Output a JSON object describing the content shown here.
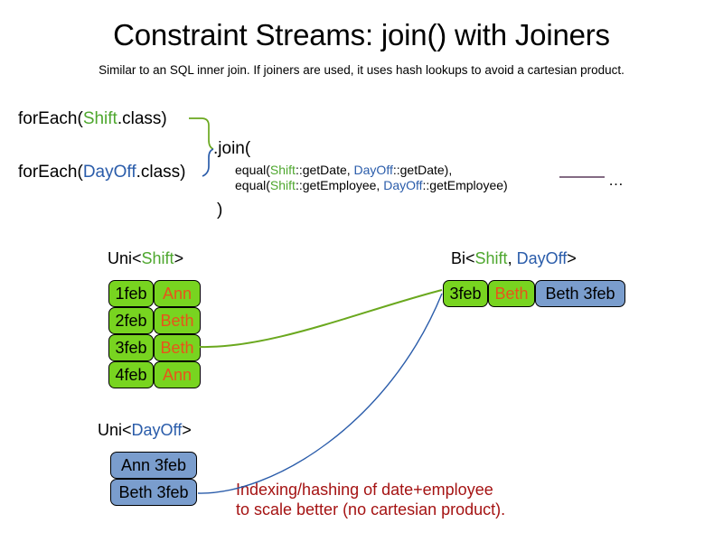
{
  "slide": {
    "title": "Constraint Streams: join() with Joiners",
    "subtitle": "Similar to an SQL inner join. If joiners are used, it uses hash lookups to avoid a cartesian product.",
    "annotation_line1": "Indexing/hashing of date+employee",
    "annotation_line2": "to scale better (no cartesian product).",
    "ellipsis": "…"
  },
  "colors": {
    "shift_green": "#4ea72e",
    "dayoff_blue": "#2a5caa",
    "box_green_fill": "#78d420",
    "box_blue_fill": "#7a9dcd",
    "name_orange": "#e8541b",
    "annotation_red": "#a51313",
    "connector_green": "#6aa81e",
    "connector_blue": "#2a5caa",
    "ellipsis_rule_purple": "#5a3a5a",
    "box_border": "#000000"
  },
  "code": {
    "foreach_shift": {
      "prefix": "forEach(",
      "type": "Shift",
      "suffix": ".class)"
    },
    "foreach_dayoff": {
      "prefix": "forEach(",
      "type": "DayOff",
      "suffix": ".class)"
    },
    "join_open": ".join(",
    "join_close": ")",
    "args": [
      {
        "fn": "equal(",
        "left_type": "Shift",
        "left_ref": "::getDate, ",
        "right_type": "DayOff",
        "right_ref": "::getDate),"
      },
      {
        "fn": "equal(",
        "left_type": "Shift",
        "left_ref": "::getEmployee, ",
        "right_type": "DayOff",
        "right_ref": "::getEmployee)"
      }
    ]
  },
  "streams": {
    "uni_shift": {
      "label_prefix": "Uni<",
      "label_type": "Shift",
      "label_suffix": ">",
      "rows": [
        {
          "date": "1feb",
          "name": "Ann"
        },
        {
          "date": "2feb",
          "name": "Beth"
        },
        {
          "date": "3feb",
          "name": "Beth"
        },
        {
          "date": "4feb",
          "name": "Ann"
        }
      ]
    },
    "uni_dayoff": {
      "label_prefix": "Uni<",
      "label_type": "DayOff",
      "label_suffix": ">",
      "rows": [
        {
          "pair": "Ann 3feb"
        },
        {
          "pair": "Beth 3feb"
        }
      ]
    },
    "bi": {
      "label_prefix": "Bi<",
      "label_type_a": "Shift",
      "label_sep": ", ",
      "label_type_b": "DayOff",
      "label_suffix": ">",
      "row": {
        "date": "3feb",
        "name": "Beth",
        "pair": "Beth 3feb"
      }
    }
  }
}
